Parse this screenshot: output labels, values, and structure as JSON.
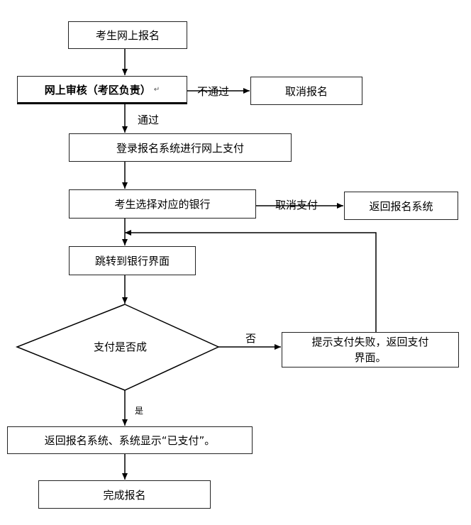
{
  "nodes": {
    "start": "考生网上报名",
    "review": "网上审核（考区负责）",
    "review_mark": "↵",
    "cancel_reg": "取消报名",
    "login_pay": "登录报名系统进行网上支付",
    "choose_bank": "考生选择对应的银行",
    "return_system": "返回报名系统",
    "jump_bank": "跳转到银行界面",
    "decision": "支付是否成",
    "fail_notice_line1": "提示支付失败，返回支付",
    "fail_notice_line2": "界面。",
    "paid": "返回报名系统、系统显示“已支付”。",
    "done": "完成报名"
  },
  "edge_labels": {
    "not_pass": "不通过",
    "pass": "通过",
    "cancel_pay": "取消支付",
    "no": "否",
    "yes": "是"
  }
}
